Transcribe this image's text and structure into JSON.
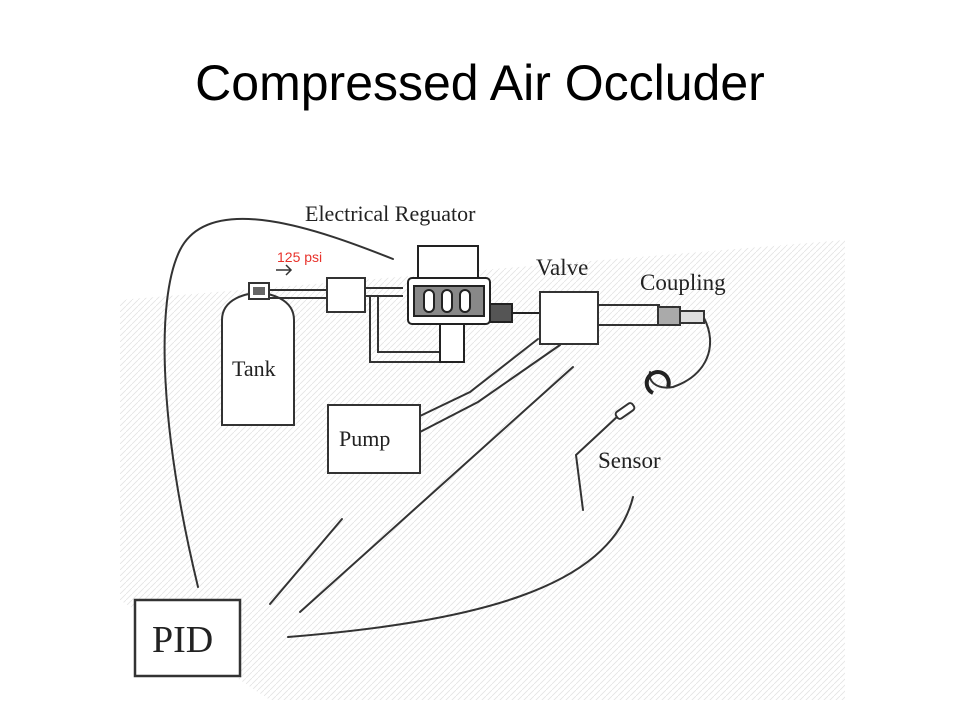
{
  "slide": {
    "title": "Compressed Air Occluder"
  },
  "diagram": {
    "labels": {
      "regulator": "Electrical Reguator",
      "pressure": "125 psi",
      "valve": "Valve",
      "coupling": "Coupling",
      "tank": "Tank",
      "pump": "Pump",
      "sensor": "Sensor",
      "pid": "PID"
    },
    "colors": {
      "pressure_label": "#e8322b",
      "line": "#333333"
    }
  }
}
